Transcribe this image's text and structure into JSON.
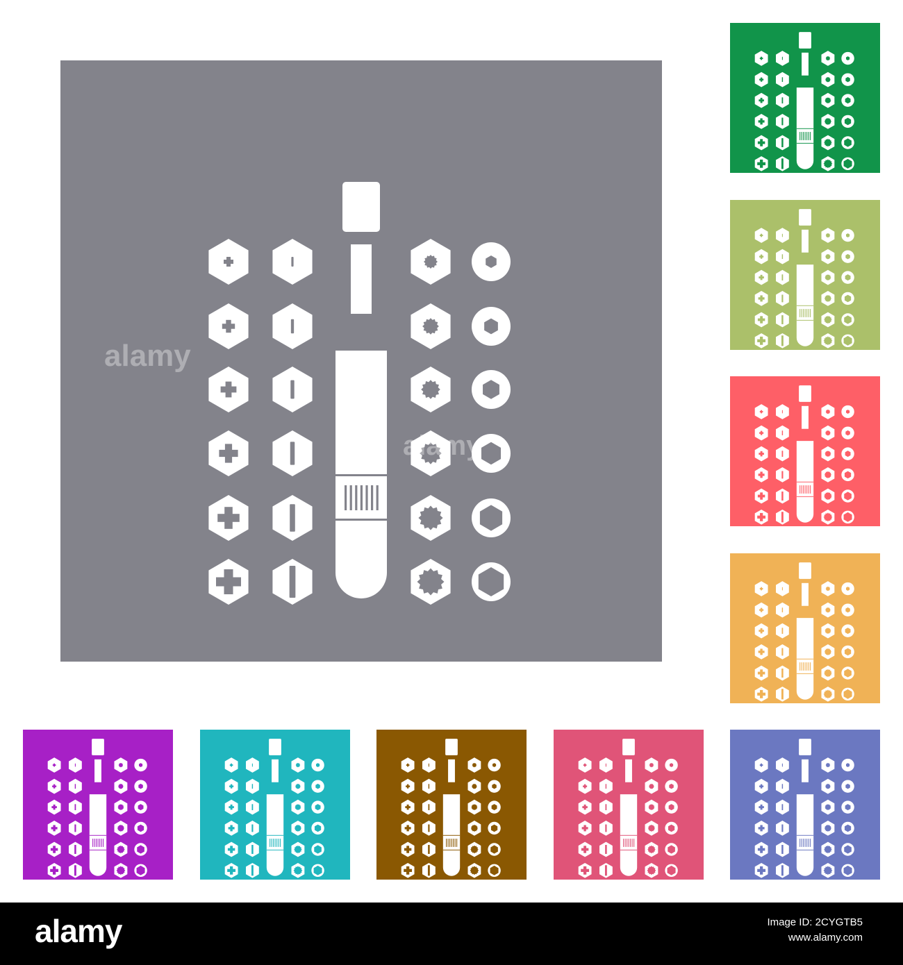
{
  "watermark": "alamy",
  "icon_name": "screwdriver-bit-set-icon",
  "main_tile": {
    "color": "#83838b"
  },
  "small_tiles": [
    {
      "color": "#11944a"
    },
    {
      "color": "#abc06a"
    },
    {
      "color": "#fe5f67"
    },
    {
      "color": "#f0b256"
    },
    {
      "color": "#a720c6"
    },
    {
      "color": "#20b6be"
    },
    {
      "color": "#8a5802"
    },
    {
      "color": "#e05478"
    },
    {
      "color": "#6b78c1"
    }
  ],
  "footer": {
    "logo": "alamy",
    "image_id_label": "Image ID: 2CYGTB5",
    "site": "www.alamy.com"
  }
}
